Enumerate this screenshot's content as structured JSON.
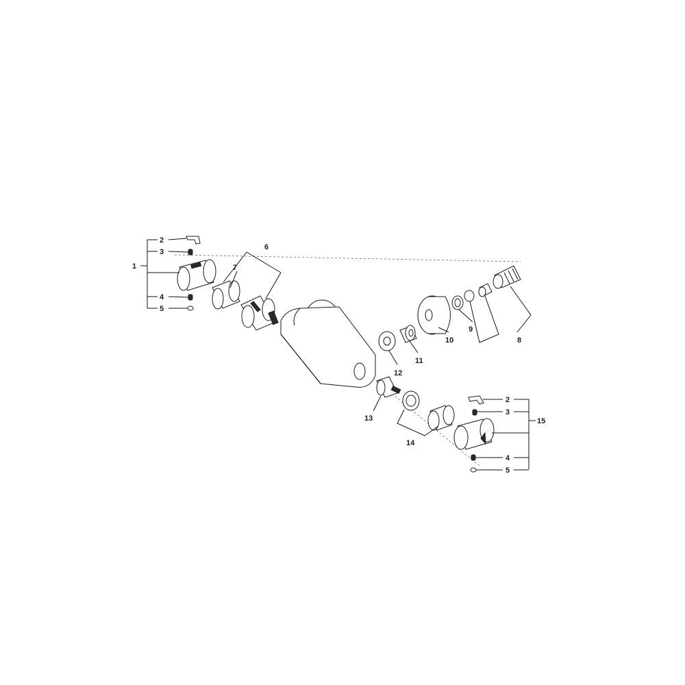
{
  "labels": {
    "l1": "1",
    "l2a": "2",
    "l3a": "3",
    "l4a": "4",
    "l5a": "5",
    "l6": "6",
    "l7": "7",
    "l8": "8",
    "l9": "9",
    "l10": "10",
    "l11": "11",
    "l12": "12",
    "l13": "13",
    "l14": "14",
    "l15": "15",
    "l2b": "2",
    "l3b": "3",
    "l4b": "4",
    "l5b": "5"
  }
}
